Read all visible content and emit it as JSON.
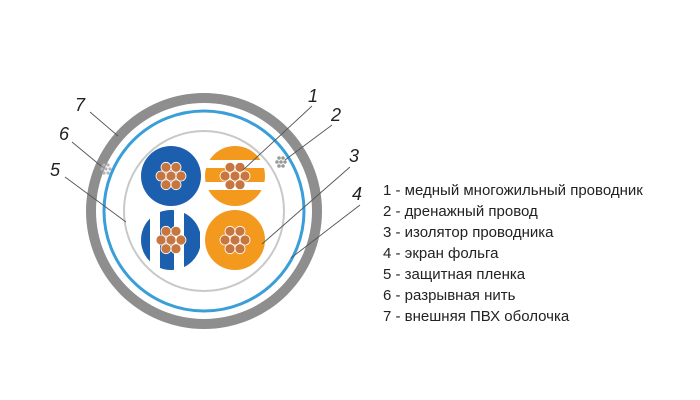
{
  "diagram": {
    "callouts": [
      "1",
      "2",
      "3",
      "4",
      "5",
      "6",
      "7"
    ],
    "legend": [
      "1 - медный многожильный проводник",
      "2 - дренажный провод",
      "3 - изолятор проводника",
      "4 - экран фольга",
      "5 - защитная пленка",
      "6 - разрывная нить",
      "7 - внешняя ПВХ оболочка"
    ]
  },
  "colors": {
    "jacket": "#8e8e8e",
    "foil": "#3a9fd8",
    "film": "#c8c8c8",
    "blue_pair": "#1b5fae",
    "orange_pair": "#f39a1e",
    "copper": "#c8763f",
    "leader": "#555555"
  }
}
